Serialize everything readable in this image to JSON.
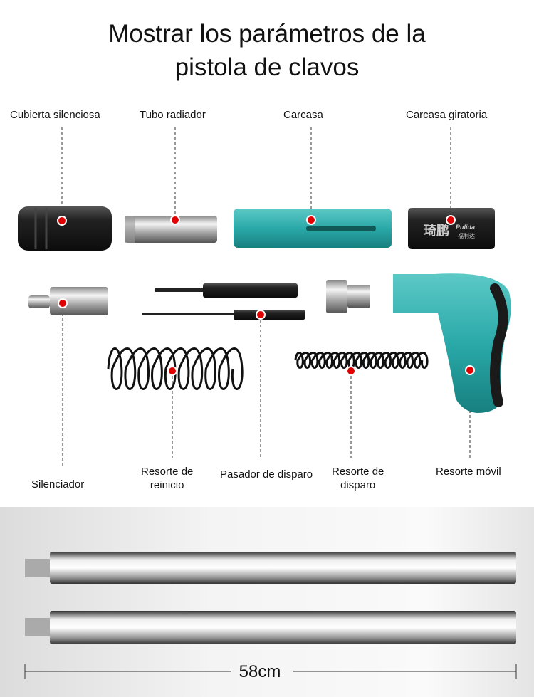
{
  "title": {
    "line1": "Mostrar los parámetros de la",
    "line2": "pistola de clavos"
  },
  "labels": {
    "cubierta": "Cubierta silenciosa",
    "tubo": "Tubo radiador",
    "carcasa": "Carcasa",
    "carcasa_giratoria": "Carcasa giratoria",
    "silenciador": "Silenciador",
    "resorte_reinicio": [
      "Resorte de",
      "reinicio"
    ],
    "pasador": "Pasador de disparo",
    "resorte_disparo": [
      "Resorte de",
      "disparo"
    ],
    "resorte_movil": "Resorte móvil"
  },
  "logo": {
    "cn": "琦鹏",
    "brand": "Pulida",
    "cn2": "福利达"
  },
  "dimension": "58cm",
  "colors": {
    "teal": "#2aa9a9",
    "marker": "#e00000",
    "black_part": "#1e1e1e"
  }
}
